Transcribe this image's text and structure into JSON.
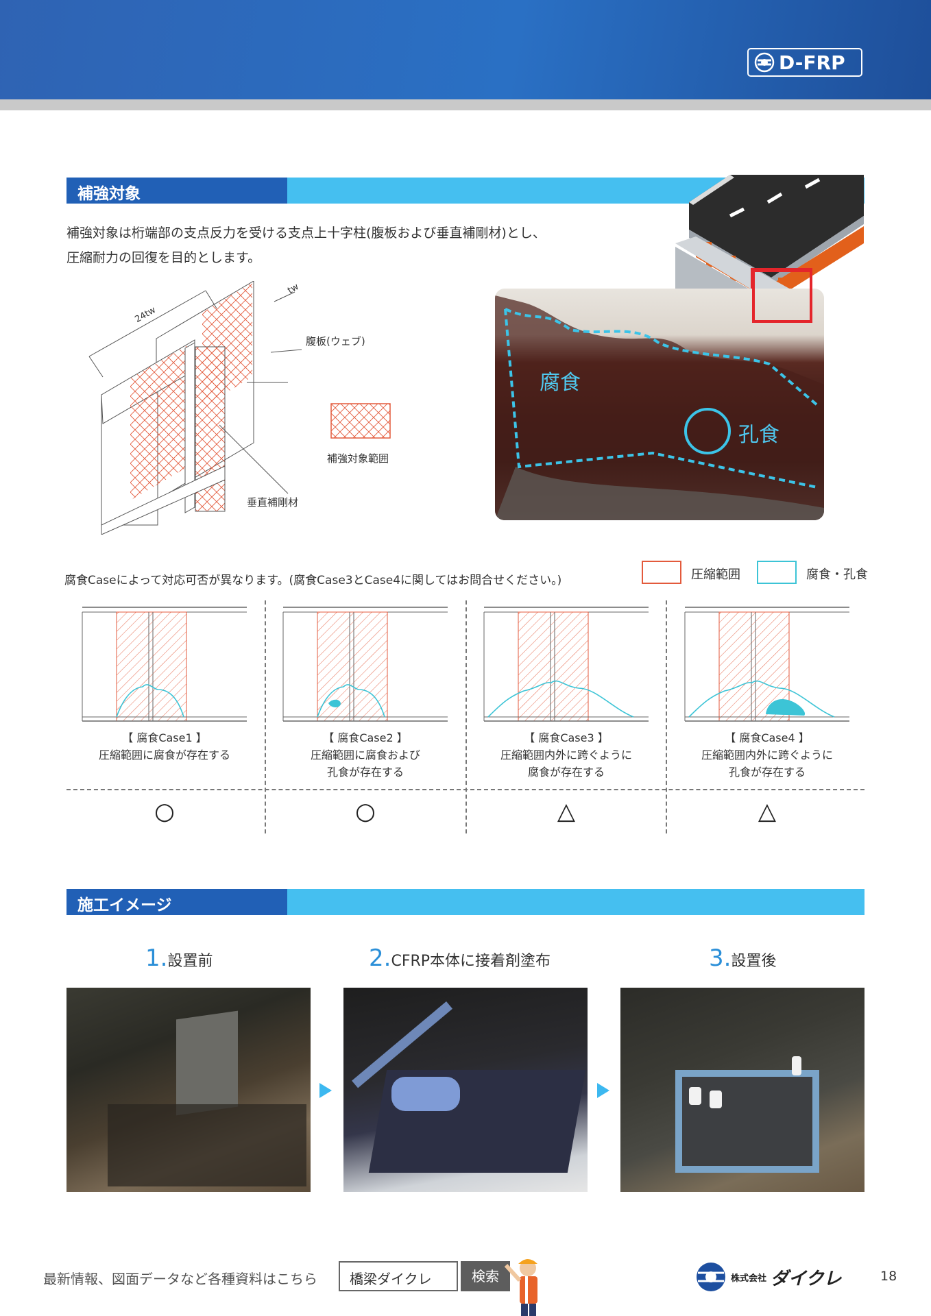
{
  "header": {
    "logo": "D-FRP"
  },
  "section1": {
    "title": "補強対象",
    "text_lines": [
      "補強対象は桁端部の支点反力を受ける支点上十字柱(腹板および垂直補剛材)とし、",
      "圧縮耐力の回復を目的とします。"
    ],
    "diagram": {
      "dim_24tw": "24tw",
      "dim_tw": "tw",
      "web": "腹板(ウェブ)",
      "range": "補強対象範囲",
      "stiffener": "垂直補剛材"
    },
    "photo": {
      "corrosion": "腐食",
      "pitting": "孔食"
    }
  },
  "cases": {
    "note": "腐食Caseによって対応可否が異なります。(腐食Case3とCase4に関してはお問合せください。)",
    "legend": {
      "compression": "圧縮範囲",
      "corrosion": "腐食・孔食"
    },
    "colors": {
      "compression": "#e35a3c",
      "corrosion": "#3cc4d6"
    },
    "items": [
      {
        "title": "【 腐食Case1 】",
        "desc": [
          "圧縮範囲に腐食が存在する"
        ],
        "mark": "○"
      },
      {
        "title": "【 腐食Case2 】",
        "desc": [
          "圧縮範囲に腐食および",
          "孔食が存在する"
        ],
        "mark": "○"
      },
      {
        "title": "【 腐食Case3 】",
        "desc": [
          "圧縮範囲内外に跨ぐように",
          "腐食が存在する"
        ],
        "mark": "△"
      },
      {
        "title": "【 腐食Case4 】",
        "desc": [
          "圧縮範囲内外に跨ぐように",
          "孔食が存在する"
        ],
        "mark": "△"
      }
    ]
  },
  "section2": {
    "title": "施工イメージ",
    "steps": [
      {
        "num": "1.",
        "label": "設置前"
      },
      {
        "num": "2.",
        "label": "CFRP本体に接着剤塗布"
      },
      {
        "num": "3.",
        "label": "設置後"
      }
    ]
  },
  "footer": {
    "text": "最新情報、図面データなど各種資料はこちら",
    "search_value": "橋梁ダイクレ",
    "search_button": "検索",
    "company_prefix": "株式会社",
    "company_name": "ダイクレ",
    "page_number": "18"
  }
}
